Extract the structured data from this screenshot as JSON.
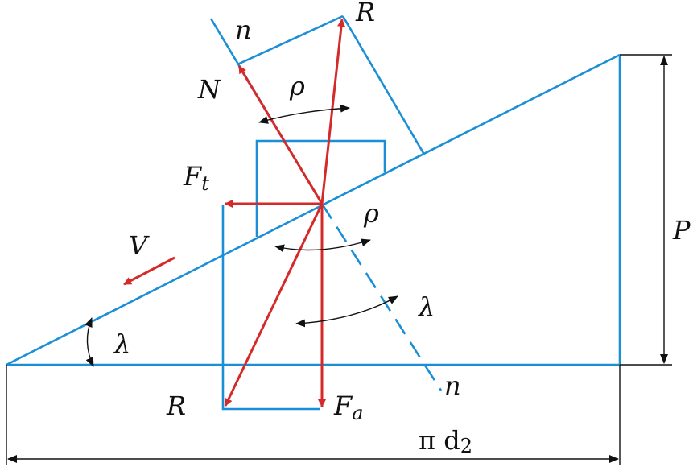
{
  "labels": {
    "n_top": "n",
    "R_top": "R",
    "N": "N",
    "rho_top": "ρ",
    "F_t": "F",
    "F_t_sub": "t",
    "rho_mid": "ρ",
    "V": "V",
    "lambda_right": "λ",
    "lambda_left": "λ",
    "n_bottom": "n",
    "R_bottom": "R",
    "F_a": "F",
    "F_a_sub": "a",
    "P": "P",
    "pi_d2": "π d",
    "pi_d2_sub": "2"
  },
  "colors": {
    "structure": "#1a8fd6",
    "force": "#d42a2a",
    "dimension": "#111111"
  }
}
